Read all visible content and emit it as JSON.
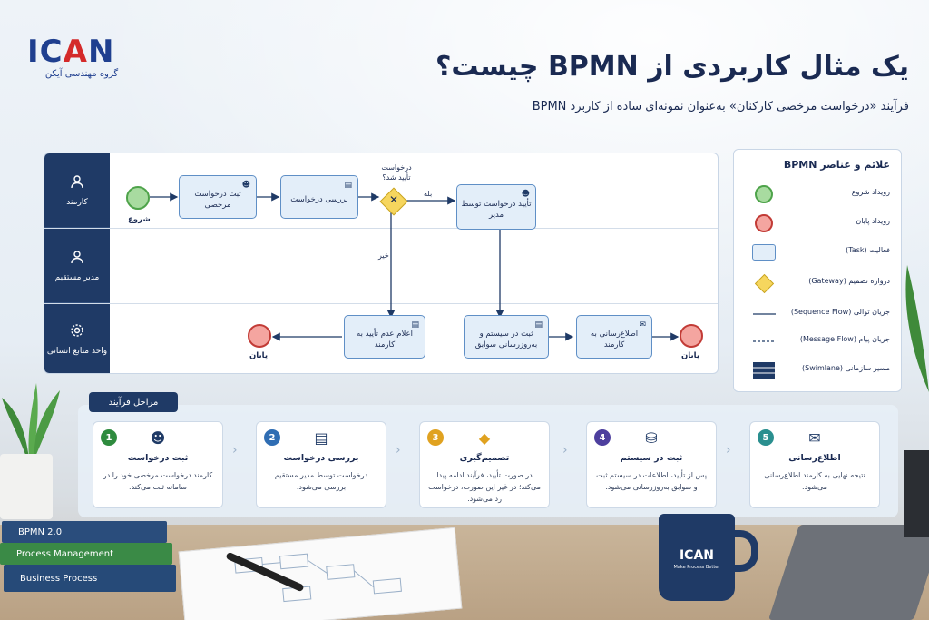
{
  "brand": {
    "logo_ic": "IC",
    "logo_a": "A",
    "logo_n": "N",
    "logo_sub": "گروه مهندسی آیکن"
  },
  "title": "یک مثال کاربردی از BPMN چیست؟",
  "subtitle": "فرآیند «درخواست مرخصی کارکنان» به‌عنوان نمونه‌ای ساده از کاربرد BPMN",
  "lanes": [
    {
      "label": "کارمند",
      "icon": "person-icon"
    },
    {
      "label": "مدیر مستقیم",
      "icon": "person-icon"
    },
    {
      "label": "واحد منابع انسانی",
      "icon": "gear-icon"
    }
  ],
  "diagram": {
    "start_label": "شروع",
    "end_label_1": "پایان",
    "end_label_2": "پایان",
    "tasks": {
      "submit": "ثبت درخواست مرخصی",
      "review": "بررسی درخواست",
      "approve": "تأیید درخواست توسط مدیر",
      "reject": "اعلام عدم تأیید به کارمند",
      "record": "ثبت در سیستم و به‌روزرسانی سوابق",
      "notify": "اطلاع‌رسانی به کارمند"
    },
    "gateway_question": "درخواست تأیید شد؟",
    "yes": "بله",
    "no": "خیر"
  },
  "legend": {
    "title": "علائم و عناصر BPMN",
    "items": [
      {
        "label": "رویداد شروع",
        "symbol": "start-event"
      },
      {
        "label": "رویداد پایان",
        "symbol": "end-event"
      },
      {
        "label": "فعالیت (Task)",
        "symbol": "task"
      },
      {
        "label": "دروازه تصمیم (Gateway)",
        "symbol": "gateway"
      },
      {
        "label": "جریان توالی (Sequence Flow)",
        "symbol": "sequence-flow"
      },
      {
        "label": "جریان پیام (Message Flow)",
        "symbol": "message-flow"
      },
      {
        "label": "مسیر سازمانی (Swimlane)",
        "symbol": "swimlane"
      }
    ]
  },
  "steps": {
    "title": "مراحل فرآیند",
    "items": [
      {
        "num": "1",
        "color": "#2e8b3e",
        "title": "ثبت درخواست",
        "desc": "کارمند درخواست مرخصی خود را در سامانه ثبت می‌کند.",
        "icon": "person-icon"
      },
      {
        "num": "2",
        "color": "#2f6db3",
        "title": "بررسی درخواست",
        "desc": "درخواست توسط مدیر مستقیم بررسی می‌شود.",
        "icon": "document-icon"
      },
      {
        "num": "3",
        "color": "#e0a220",
        "title": "تصمیم‌گیری",
        "desc": "در صورت تأیید، فرآیند ادامه پیدا می‌کند؛ در غیر این صورت، درخواست رد می‌شود.",
        "icon": "gateway-icon"
      },
      {
        "num": "4",
        "color": "#4d3f9e",
        "title": "ثبت در سیستم",
        "desc": "پس از تأیید، اطلاعات در سیستم ثبت و سوابق به‌روزرسانی می‌شود.",
        "icon": "database-icon"
      },
      {
        "num": "5",
        "color": "#2a8f8f",
        "title": "اطلاع‌رسانی",
        "desc": "نتیجه نهایی به کارمند اطلاع‌رسانی می‌شود.",
        "icon": "mail-icon"
      }
    ]
  },
  "props": {
    "book1": "BPMN 2.0",
    "book2": "Process Management",
    "book3": "Business Process",
    "mug_title": "ICAN",
    "mug_sub": "Make Process Better"
  },
  "colors": {
    "navy": "#1f3a66",
    "task_fill": "#e3eef9",
    "task_border": "#5f8fc6",
    "gateway": "#f6d65e",
    "start": "#a8dba0",
    "end": "#f4a5a0"
  }
}
